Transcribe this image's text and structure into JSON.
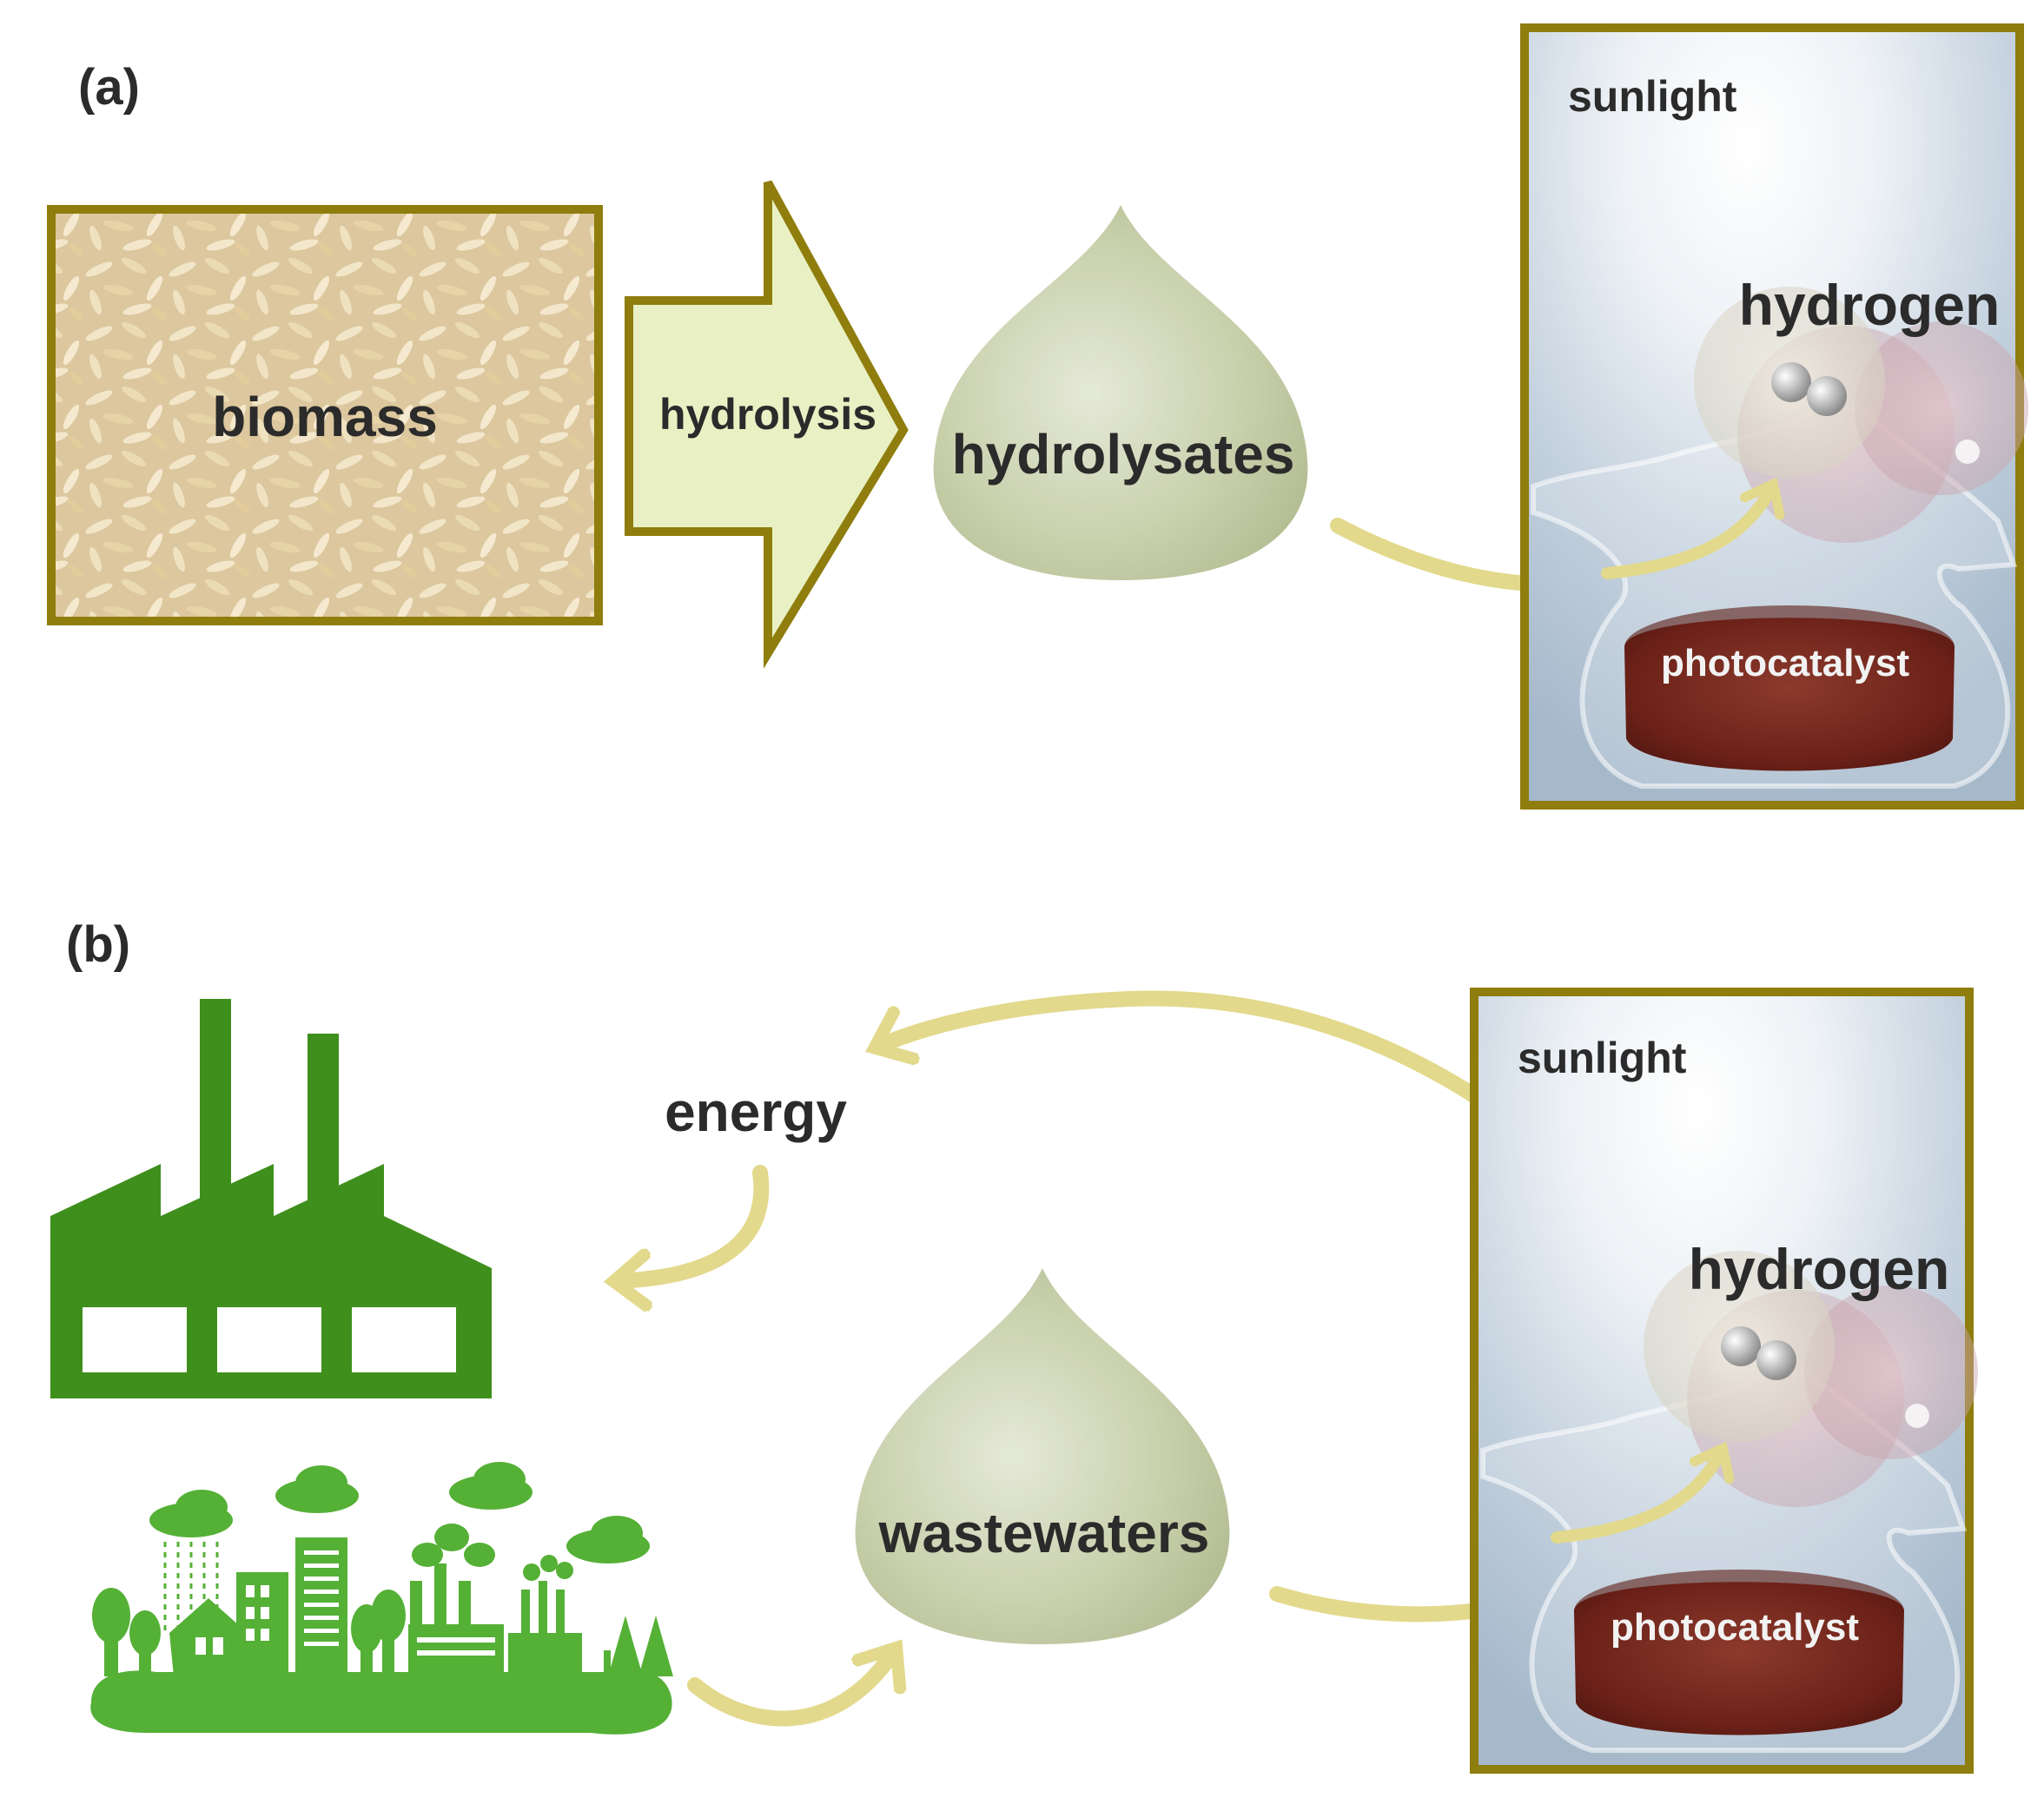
{
  "panel_a": {
    "tag": "(a)",
    "biomass_label": "biomass",
    "hydrolysis_label": "hydrolysis",
    "hydrolysates_label": "hydrolysates",
    "sunlight_label": "sunlight",
    "hydrogen_label": "hydrogen",
    "photocatalyst_label": "photocatalyst"
  },
  "panel_b": {
    "tag": "(b)",
    "energy_label": "energy",
    "wastewaters_label": "wastewaters",
    "sunlight_label": "sunlight",
    "hydrogen_label": "hydrogen",
    "photocatalyst_label": "photocatalyst"
  },
  "colors": {
    "frame": "#8f7d0d",
    "arrow_fill": "#e9f1c4",
    "flow_arrow": "#e2d98c",
    "drop": "#c4cda6",
    "industry_green": "#3f8f1c",
    "city_green": "#55b036",
    "liquid": "#7a2a1e",
    "sky": "#b9c9d8"
  },
  "icons": {
    "factory": "factory-icon",
    "city": "green-city-icon",
    "molecule": "hydrogen-molecule-icon",
    "flask": "flask-icon"
  }
}
